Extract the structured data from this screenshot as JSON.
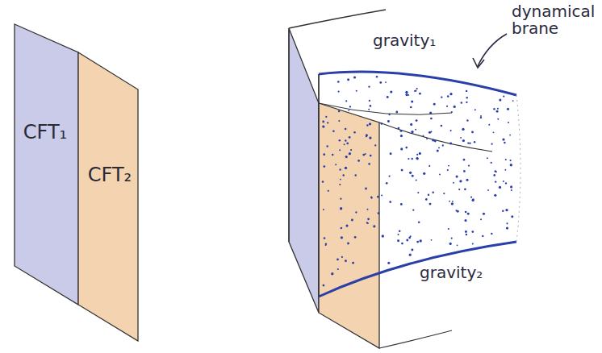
{
  "diagram": {
    "nodes": [
      {
        "text": [
          "CFT₁"
        ]
      },
      {
        "text": [
          "CFT₂"
        ]
      }
    ],
    "labels": [
      "gravity₁",
      "dynamical brane",
      "gravity₂"
    ]
  }
}
